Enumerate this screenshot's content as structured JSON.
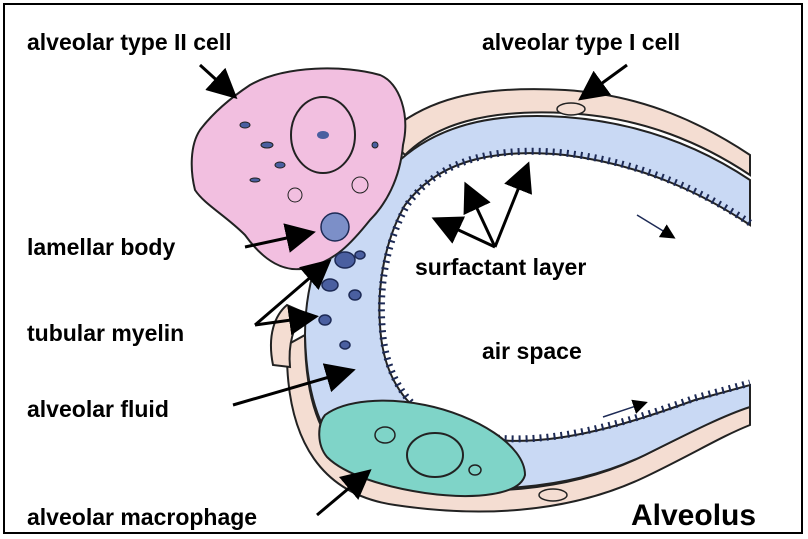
{
  "labels": {
    "type2": "alveolar type II cell",
    "type1": "alveolar type I cell",
    "lamellar": "lamellar body",
    "surfactant": "surfactant layer",
    "tubular": "tubular myelin",
    "airspace": "air space",
    "fluid": "alveolar fluid",
    "macrophage": "alveolar macrophage",
    "title": "Alveolus"
  },
  "colors": {
    "type2_cell": "#f2bfe0",
    "fluid": "#c9d9f4",
    "macrophage": "#7fd4c8",
    "epithelium": "#f4ddd2",
    "organelle": "#4a5fa0",
    "outline": "#222222"
  }
}
